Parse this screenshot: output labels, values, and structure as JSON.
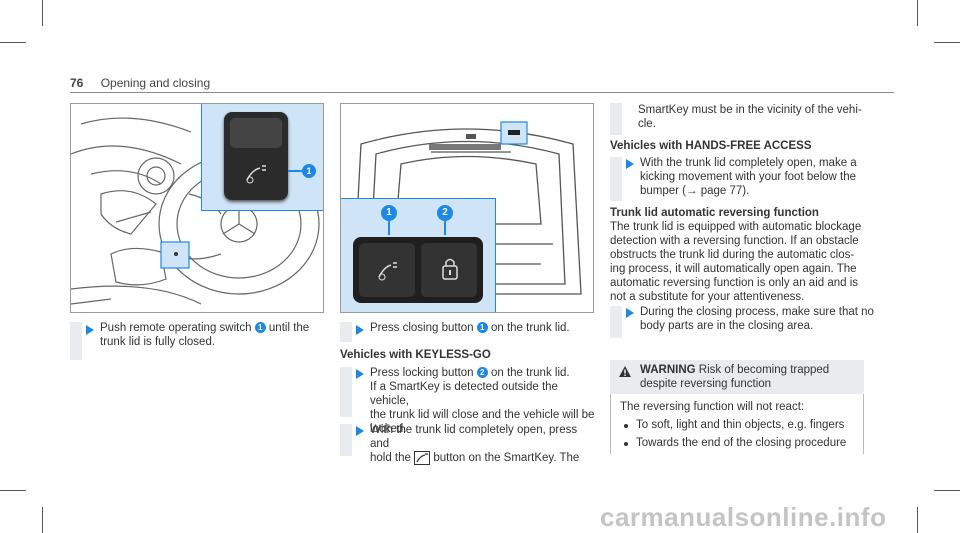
{
  "header": {
    "page_number": "76",
    "title": "Opening and closing"
  },
  "col1": {
    "step1_a": "Push remote operating switch",
    "callout_1": "1",
    "step1_b": "until the",
    "step1_line2": "trunk lid is fully closed."
  },
  "col2": {
    "step1_a": "Press closing button",
    "callout_1": "1",
    "step1_b": "on the trunk lid.",
    "heading_keyless": "Vehicles with KEYLESS-GO",
    "step2_a": "Press locking button",
    "callout_2": "2",
    "step2_b": "on the trunk lid.",
    "step2_l2": "If a SmartKey is detected outside the vehicle,",
    "step2_l3": "the trunk lid will close and the vehicle will be",
    "step2_l4": "locked.",
    "step3_l1": "With the trunk lid completely open, press and",
    "step3_l2a": "hold the",
    "step3_l2b": "button on the SmartKey. The"
  },
  "col3": {
    "cont_l1": "SmartKey must be in the vicinity of the vehi-",
    "cont_l2": "cle.",
    "heading_handsfree": "Vehicles with HANDS-FREE ACCESS",
    "hf_l1": "With the trunk lid completely open, make a",
    "hf_l2": "kicking movement with your foot below the",
    "hf_l3": "bumper (→ page 77).",
    "heading_reversing": "Trunk lid automatic reversing function",
    "rev_l1": "The trunk lid is equipped with automatic blockage",
    "rev_l2": "detection with a reversing function. If an obstacle",
    "rev_l3": "obstructs the trunk lid during the automatic clos-",
    "rev_l4": "ing process, it will automatically open again. The",
    "rev_l5": "automatic reversing function is only an aid and is",
    "rev_l6": "not a substitute for your attentiveness.",
    "closing_l1": "During the closing process, make sure that no",
    "closing_l2": "body parts are in the closing area.",
    "warning_label": "WARNING",
    "warning_l1": "Risk of becoming trapped",
    "warning_l2": "despite reversing function",
    "warning_body": "The reversing function will not react:",
    "bullet_1": "To soft, light and thin objects, e.g. fingers",
    "bullet_2": "Towards the end of the closing procedure"
  },
  "figure2": {
    "callout_1": "1",
    "callout_2": "2"
  },
  "watermark": "carmanualsonline.info",
  "colors": {
    "accent": "#1e88e5",
    "bar": "#e9ecef",
    "panel_blue": "#cfe4f7"
  }
}
